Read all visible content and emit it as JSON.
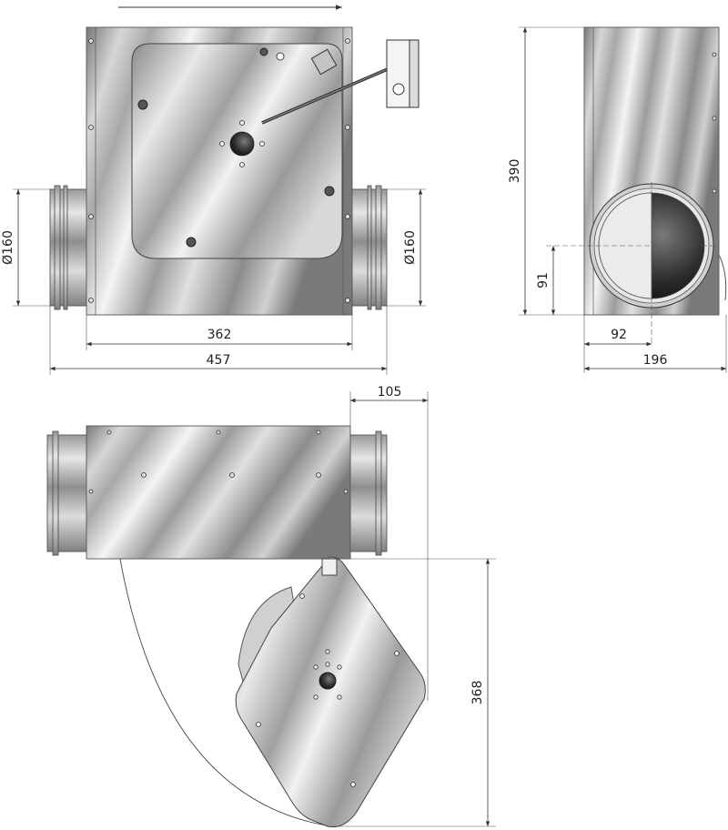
{
  "diagram": {
    "views": {
      "front": {
        "dims": {
          "inner_width": "362",
          "total_width": "457",
          "left_diameter": "Ø160",
          "right_diameter": "Ø160"
        }
      },
      "side": {
        "dims": {
          "height": "390",
          "spigot_height": "91",
          "spigot_offset": "92",
          "depth": "196"
        }
      },
      "top": {
        "dims": {
          "door_offset": "105",
          "door_swing": "368"
        }
      }
    },
    "colors": {
      "steel_light": "#f2f2f2",
      "steel_mid": "#b8b8b8",
      "steel_dark": "#6e6e6e",
      "line": "#333333"
    }
  }
}
